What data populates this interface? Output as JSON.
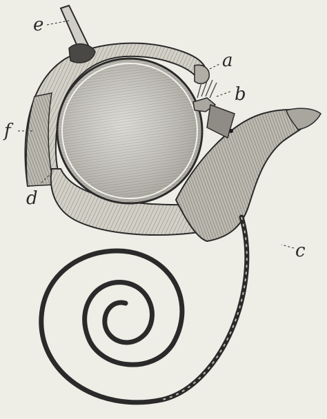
{
  "figure": {
    "labels": {
      "a": "a",
      "b": "b",
      "c": "c",
      "d": "d",
      "e": "e",
      "f": "f"
    }
  },
  "colors": {
    "paper": "#eeede6",
    "ink": "#2a2a2a",
    "tissue_light": "#d8d6cc",
    "tissue_mid": "#b9b7ad",
    "tissue_dark": "#8d8b83",
    "lens": "#c9c7bf"
  }
}
